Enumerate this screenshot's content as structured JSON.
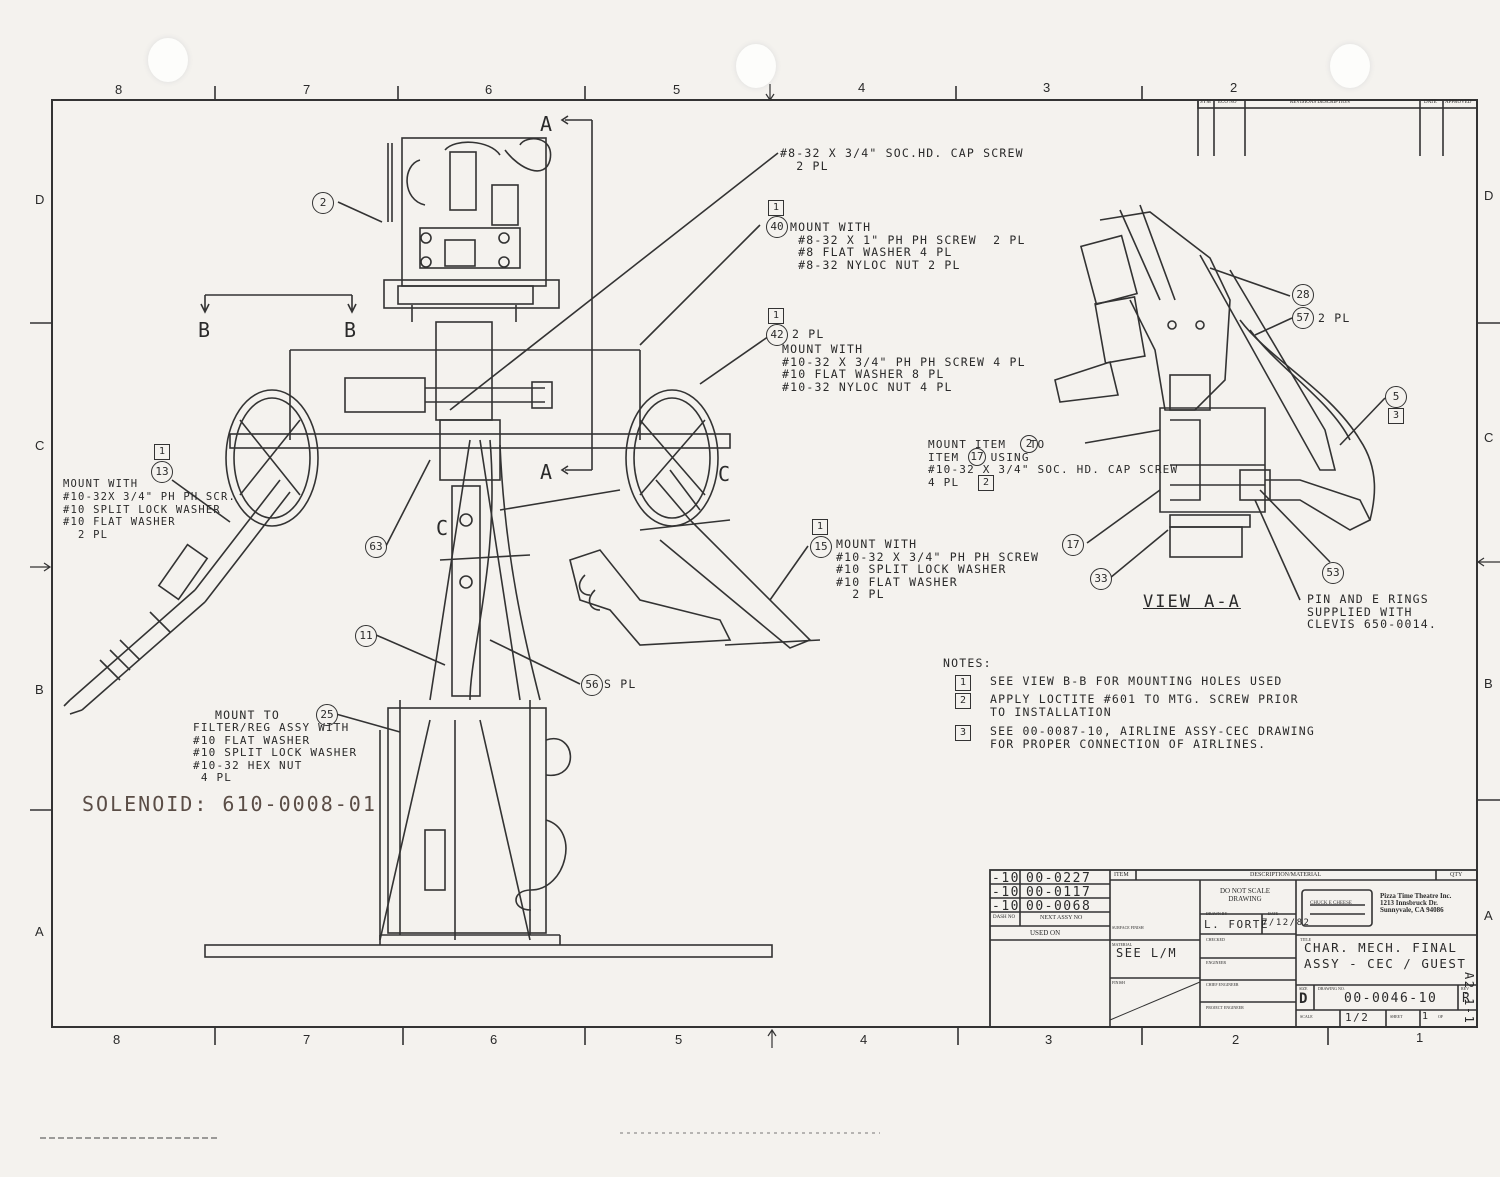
{
  "zones_top": [
    "8",
    "7",
    "6",
    "5",
    "4",
    "3",
    "2"
  ],
  "zones_bottom": [
    "8",
    "7",
    "6",
    "5",
    "4",
    "3",
    "2",
    "1"
  ],
  "zones_left": [
    "D",
    "C",
    "B",
    "A"
  ],
  "zones_right": [
    "D",
    "C",
    "B",
    "A"
  ],
  "revision_block": {
    "col1": "SYM",
    "col2": "ECO NO",
    "col3": "REVISIONS DESCRIPTION",
    "col4": "DATE",
    "col5": "APPROVED"
  },
  "section_markers": {
    "a_top": "A",
    "a_bottom": "A",
    "b_left": "B",
    "b_right": "B",
    "c_left": "C",
    "c_right": "C"
  },
  "callouts": {
    "c2": "2",
    "c40": "40",
    "c42": "42",
    "c13": "13",
    "c63": "63",
    "c11": "11",
    "c25": "25",
    "c56": "56",
    "c15": "15",
    "c28": "28",
    "c57": "57",
    "c5": "5",
    "c2b": "2",
    "c17": "17",
    "c17b": "17",
    "c33": "33",
    "c53": "53"
  },
  "flags": {
    "f40": "1",
    "f42": "1",
    "f13": "1",
    "f15": "1",
    "f5": "3",
    "f2": "2"
  },
  "labels": {
    "cap_screw": "#8-32 x 3/4\" SOC.HD. CAP SCREW\n  2 PL",
    "mount40": "MOUNT WITH\n #8-32 x 1\" PH PH SCREW  2 PL\n #8 FLAT WASHER 4 PL\n #8-32 NYLOC NUT 2 PL",
    "pl42": "2 PL",
    "mount42": "MOUNT WITH\n#10-32 x 3/4\" PH PH SCREW 4 PL\n#10 FLAT WASHER 8 PL\n#10-32 NYLOC NUT 4 PL",
    "mount13": "MOUNT WITH\n#10-32x 3/4\" PH PH SCR.\n#10 SPLIT LOCK WASHER\n#10 FLAT WASHER\n  2 PL",
    "mount15": "MOUNT WITH\n#10-32 x 3/4\" PH PH SCREW\n#10 SPLIT LOCK WASHER\n#10 FLAT WASHER\n  2 PL",
    "pl56": "S PL",
    "mount25a": "MOUNT TO",
    "mount25b": "FILTER/REG ASSY WITH\n#10 FLAT WASHER\n#10 SPLIT LOCK WASHER\n#10-32 HEX NUT\n 4 PL",
    "mount_item": "MOUNT ITEM   TO\nITEM    USING\n#10-32 x 3/4\" SOC. HD. CAP SCREW\n4 PL",
    "pl57": "2 PL",
    "pin_rings": "PIN AND E RINGS\nSUPPLIED WITH\nCLEVIS 650-0014."
  },
  "view_label": "VIEW A-A",
  "notes": {
    "heading": "NOTES:",
    "items": [
      {
        "n": "1",
        "text": "SEE VIEW B-B FOR MOUNTING HOLES USED"
      },
      {
        "n": "2",
        "text": "APPLY LOCTITE #601 TO MTG. SCREW PRIOR\nTO INSTALLATION"
      },
      {
        "n": "3",
        "text": "SEE 00-0087-10, AIRLINE ASSY-CEC DRAWING\nFOR PROPER CONNECTION OF AIRLINES."
      }
    ]
  },
  "handwritten": "SOLENOID: 610-0008-01",
  "title_block": {
    "used_on_rows": [
      {
        "dash": "-10",
        "num": "00-0227"
      },
      {
        "dash": "-10",
        "num": "00-0117"
      },
      {
        "dash": "-10",
        "num": "00-0068"
      }
    ],
    "dash_no_hdr": "DASH NO",
    "next_assy_hdr": "NEXT ASSY NO",
    "used_on": "USED ON",
    "item_hdr": "ITEM",
    "desc_hdr": "DESCRIPTION/MATERIAL",
    "qty_hdr": "QTY",
    "do_not_scale": "DO NOT SCALE\nDRAWING",
    "drawn_by_hdr": "DRAWN BY",
    "date_hdr": "DATE",
    "drawn_by": "L. FORTE",
    "date": "7/12/82",
    "checked_hdr": "CHECKED",
    "engineer_hdr": "ENGINEER",
    "chief_engineer_hdr": "CHIEF ENGINEER",
    "project_engineer_hdr": "PROJECT ENGINEER",
    "material_hdr": "MATERIAL",
    "material": "SEE L/M",
    "finish_hdr": "FINISH",
    "surface_hdr": "SURFACE FINISH",
    "company": "Pizza Time Theatre Inc.\n1213 Innsbruck Dr.\nSunnyvale, CA 94086",
    "logo_text": "CHUCK E CHEESE",
    "title_hdr": "TITLE",
    "title": "CHAR. MECH. FINAL\nASSY - CEC / GUEST",
    "size_hdr": "SIZE",
    "size": "D",
    "dwg_no_hdr": "DRAWING NO.",
    "dwg_no": "00-0046-10",
    "rev_hdr": "REV",
    "rev": "R",
    "scale_hdr": "SCALE",
    "scale": "1/2",
    "sheet_hdr": "SHEET",
    "sheet": "1",
    "of_hdr": "OF"
  },
  "side_number": "A2.1-1"
}
